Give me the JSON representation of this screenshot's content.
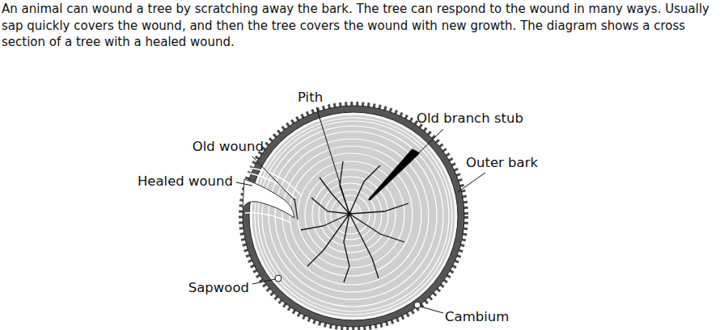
{
  "diagram": {
    "caption": "An animal can wound a tree by scratching away the bark. The tree can respond to the wound in many ways. Usually sap quickly covers the wound, and then the tree covers the wound with new growth. The diagram shows a cross section of a tree with a healed wound.",
    "labels": [
      "Pith",
      "Old branch stub",
      "Old wound",
      "Outer bark",
      "Healed wound",
      "Sapwood",
      "Cambium"
    ]
  }
}
